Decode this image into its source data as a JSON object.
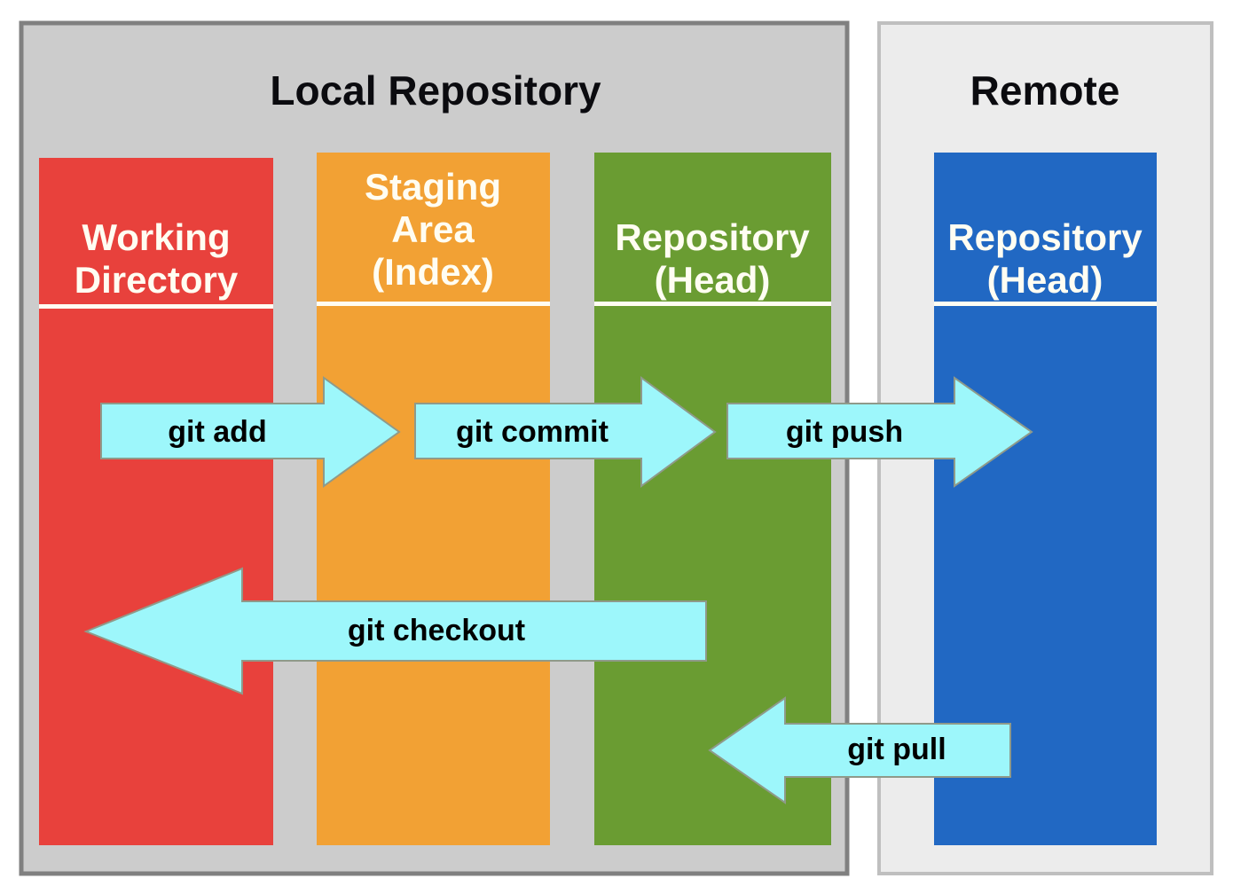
{
  "diagram": {
    "title_local": "Local Repository",
    "title_remote": "Remote",
    "colors": {
      "local_panel_bg": "#cccccc",
      "local_panel_border": "#808080",
      "remote_panel_bg": "#ececec",
      "remote_panel_border": "#bfbfbf",
      "working_directory": "#e8413c",
      "staging_area": "#f2a134",
      "local_repository": "#6a9c32",
      "remote_repository": "#2168c3",
      "arrow_fill": "#9df7fb",
      "arrow_stroke": "#8f9a8a",
      "divider": "#fffdf2",
      "label_text": "#fffdf2",
      "title_text": "#0b0b0f",
      "arrow_text": "#000000",
      "page_bg": "#ffffff"
    },
    "columns": [
      {
        "key": "working-directory",
        "label_lines": [
          "Working",
          "Directory"
        ],
        "color": "#e8413c"
      },
      {
        "key": "staging-area",
        "label_lines": [
          "Staging",
          "Area",
          "(Index)"
        ],
        "color": "#f2a134"
      },
      {
        "key": "local-repository",
        "label_lines": [
          "Repository",
          "(Head)"
        ],
        "color": "#6a9c32"
      },
      {
        "key": "remote-repository",
        "label_lines": [
          "Repository",
          "(Head)"
        ],
        "color": "#2168c3"
      }
    ],
    "arrows": [
      {
        "key": "git-add",
        "label": "git add",
        "direction": "right",
        "from": "working-directory",
        "to": "staging-area"
      },
      {
        "key": "git-commit",
        "label": "git commit",
        "direction": "right",
        "from": "staging-area",
        "to": "local-repository"
      },
      {
        "key": "git-push",
        "label": "git push",
        "direction": "right",
        "from": "local-repository",
        "to": "remote-repository"
      },
      {
        "key": "git-checkout",
        "label": "git checkout",
        "direction": "left",
        "from": "local-repository",
        "to": "working-directory"
      },
      {
        "key": "git-pull",
        "label": "git pull",
        "direction": "left",
        "from": "remote-repository",
        "to": "local-repository"
      }
    ]
  }
}
